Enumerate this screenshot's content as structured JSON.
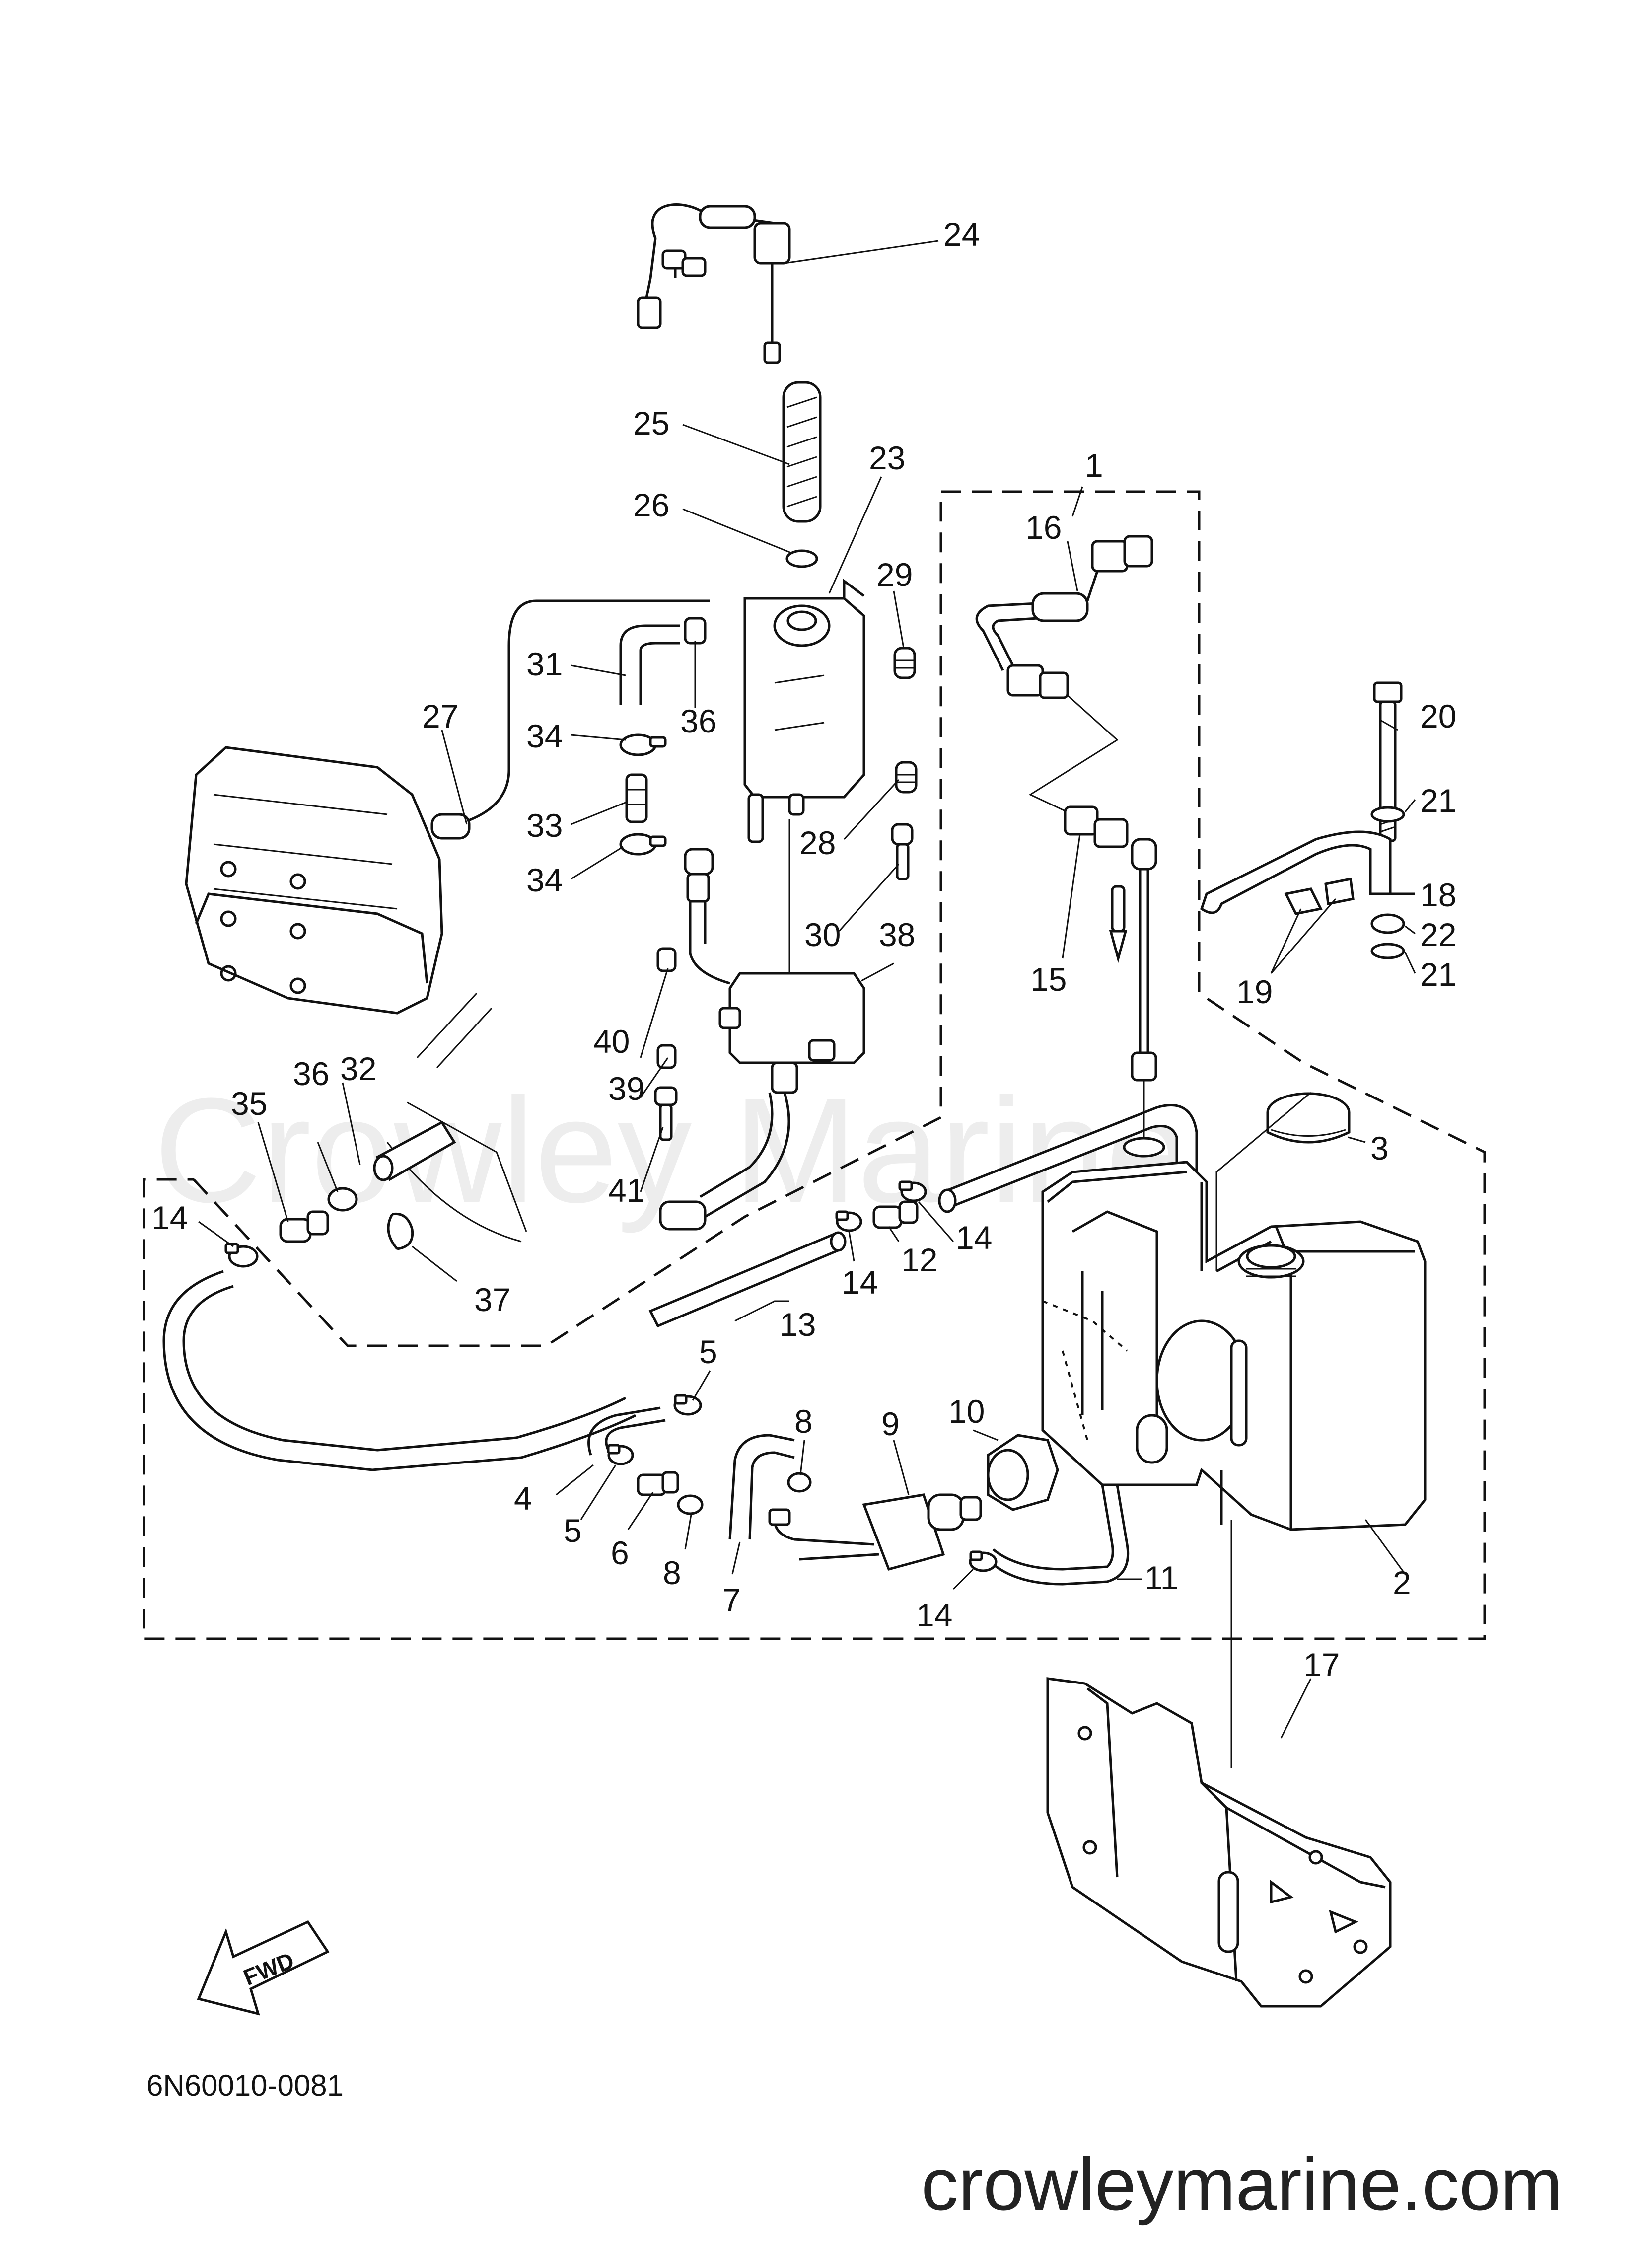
{
  "watermark": "Crowley Marine",
  "diagram_code": "6N60010-0081",
  "website": "crowleymarine.com",
  "fwd_label": "FWD",
  "callouts": [
    {
      "id": "c1",
      "label": "1"
    },
    {
      "id": "c2",
      "label": "2"
    },
    {
      "id": "c3",
      "label": "3"
    },
    {
      "id": "c4",
      "label": "4"
    },
    {
      "id": "c5a",
      "label": "5"
    },
    {
      "id": "c5b",
      "label": "5"
    },
    {
      "id": "c6",
      "label": "6"
    },
    {
      "id": "c7",
      "label": "7"
    },
    {
      "id": "c8a",
      "label": "8"
    },
    {
      "id": "c8b",
      "label": "8"
    },
    {
      "id": "c9",
      "label": "9"
    },
    {
      "id": "c10",
      "label": "10"
    },
    {
      "id": "c11",
      "label": "11"
    },
    {
      "id": "c12",
      "label": "12"
    },
    {
      "id": "c13",
      "label": "13"
    },
    {
      "id": "c14a",
      "label": "14"
    },
    {
      "id": "c14b",
      "label": "14"
    },
    {
      "id": "c14c",
      "label": "14"
    },
    {
      "id": "c14d",
      "label": "14"
    },
    {
      "id": "c15",
      "label": "15"
    },
    {
      "id": "c16",
      "label": "16"
    },
    {
      "id": "c17",
      "label": "17"
    },
    {
      "id": "c18",
      "label": "18"
    },
    {
      "id": "c19",
      "label": "19"
    },
    {
      "id": "c20",
      "label": "20"
    },
    {
      "id": "c21a",
      "label": "21"
    },
    {
      "id": "c21b",
      "label": "21"
    },
    {
      "id": "c22",
      "label": "22"
    },
    {
      "id": "c23",
      "label": "23"
    },
    {
      "id": "c24",
      "label": "24"
    },
    {
      "id": "c25",
      "label": "25"
    },
    {
      "id": "c26",
      "label": "26"
    },
    {
      "id": "c27",
      "label": "27"
    },
    {
      "id": "c28",
      "label": "28"
    },
    {
      "id": "c29",
      "label": "29"
    },
    {
      "id": "c30",
      "label": "30"
    },
    {
      "id": "c31",
      "label": "31"
    },
    {
      "id": "c32",
      "label": "32"
    },
    {
      "id": "c33",
      "label": "33"
    },
    {
      "id": "c34a",
      "label": "34"
    },
    {
      "id": "c34b",
      "label": "34"
    },
    {
      "id": "c35",
      "label": "35"
    },
    {
      "id": "c36a",
      "label": "36"
    },
    {
      "id": "c36b",
      "label": "36"
    },
    {
      "id": "c37",
      "label": "37"
    },
    {
      "id": "c38",
      "label": "38"
    },
    {
      "id": "c39",
      "label": "39"
    },
    {
      "id": "c40",
      "label": "40"
    },
    {
      "id": "c41",
      "label": "41"
    }
  ]
}
